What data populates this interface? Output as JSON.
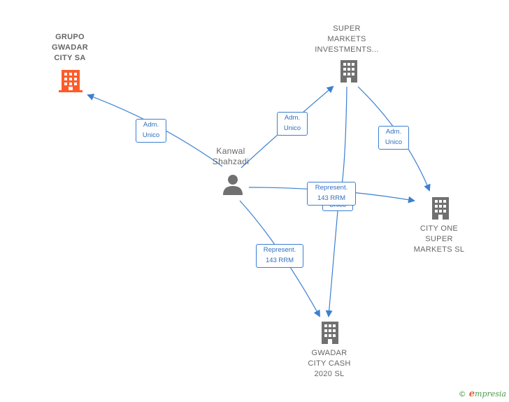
{
  "nodes": {
    "grupo": {
      "label": "GRUPO\nGWADAR\nCITY SA"
    },
    "super": {
      "label": "SUPER\nMARKETS\nINVESTMENTS..."
    },
    "person": {
      "label": "Kanwal\nShahzadi"
    },
    "cityone": {
      "label": "CITY ONE\nSUPER\nMARKETS  SL"
    },
    "gwadar2020": {
      "label": "GWADAR\nCITY CASH\n2020  SL"
    }
  },
  "edges": {
    "e1": "Adm.\nUnico",
    "e2": "Adm.\nUnico",
    "e3": "Adm.\nUnico",
    "e4_hidden": "Unico",
    "e5": "Represent.\n143 RRM",
    "e6": "Represent.\n143 RRM"
  },
  "colors": {
    "highlight": "#ff5b29",
    "company": "#707070",
    "edge": "#3b7fd1"
  },
  "footer": {
    "copyright": "©",
    "brand_initial": "e",
    "brand_rest": "mpresia"
  }
}
